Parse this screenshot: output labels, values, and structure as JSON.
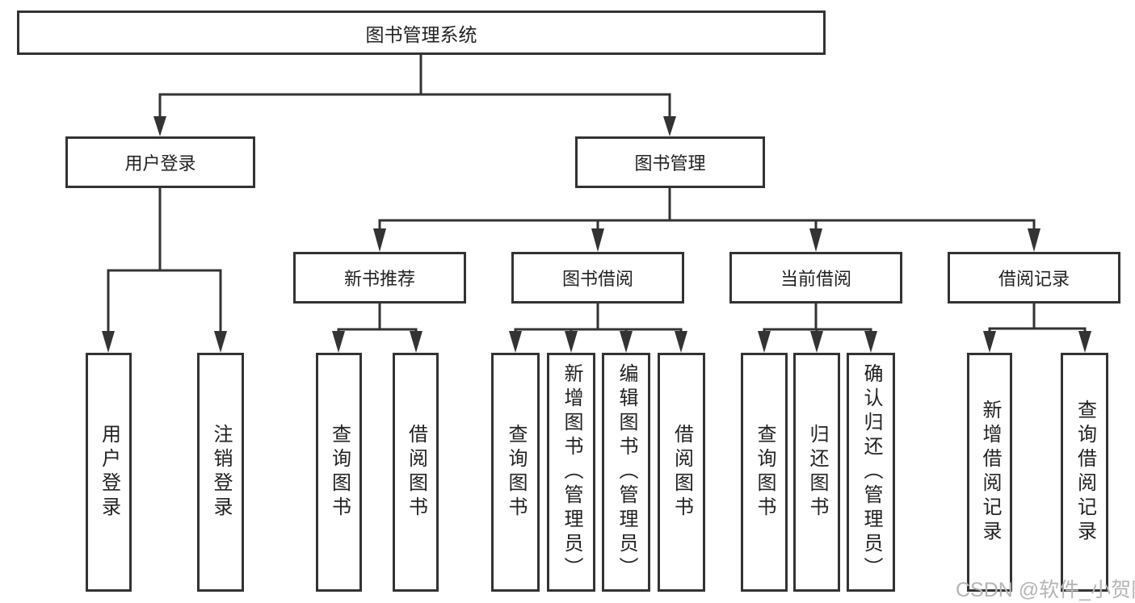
{
  "diagram": {
    "title": "图书管理系统",
    "nodes": {
      "root": {
        "label": "图书管理系统"
      },
      "level2": {
        "userLogin": {
          "label": "用户登录"
        },
        "bookManagement": {
          "label": "图书管理"
        }
      },
      "level3": {
        "newBookRecommend": {
          "label": "新书推荐"
        },
        "bookBorrow": {
          "label": "图书借阅"
        },
        "currentBorrow": {
          "label": "当前借阅"
        },
        "borrowRecords": {
          "label": "借阅记录"
        }
      },
      "leaves": {
        "userLogin": {
          "label": "用户登录"
        },
        "logout": {
          "label": "注销登录"
        },
        "nbQueryBooks": {
          "label": "查询图书"
        },
        "nbBorrowBooks": {
          "label": "借阅图书"
        },
        "bbQueryBooks": {
          "label": "查询图书"
        },
        "bbAddBooks": {
          "label": "新增图书（管理员）"
        },
        "bbEditBooks": {
          "label": "编辑图书（管理员）"
        },
        "bbBorrowBooks": {
          "label": "借阅图书"
        },
        "cbQueryBooks": {
          "label": "查询图书"
        },
        "cbReturnBooks": {
          "label": "归还图书"
        },
        "cbConfirmReturn": {
          "label": "确认归还（管理员）"
        },
        "brAddRecord": {
          "label": "新增借阅记录"
        },
        "brQueryRecord": {
          "label": "查询借阅记录"
        }
      }
    },
    "colors": {
      "line": "#333333",
      "box_border": "#333333",
      "box_fill": "#ffffff",
      "text": "#222222",
      "background": "#ffffff",
      "watermark_text": "#b5b5b5"
    }
  },
  "watermark": {
    "text": "CSDN @软件_小贺同学"
  }
}
